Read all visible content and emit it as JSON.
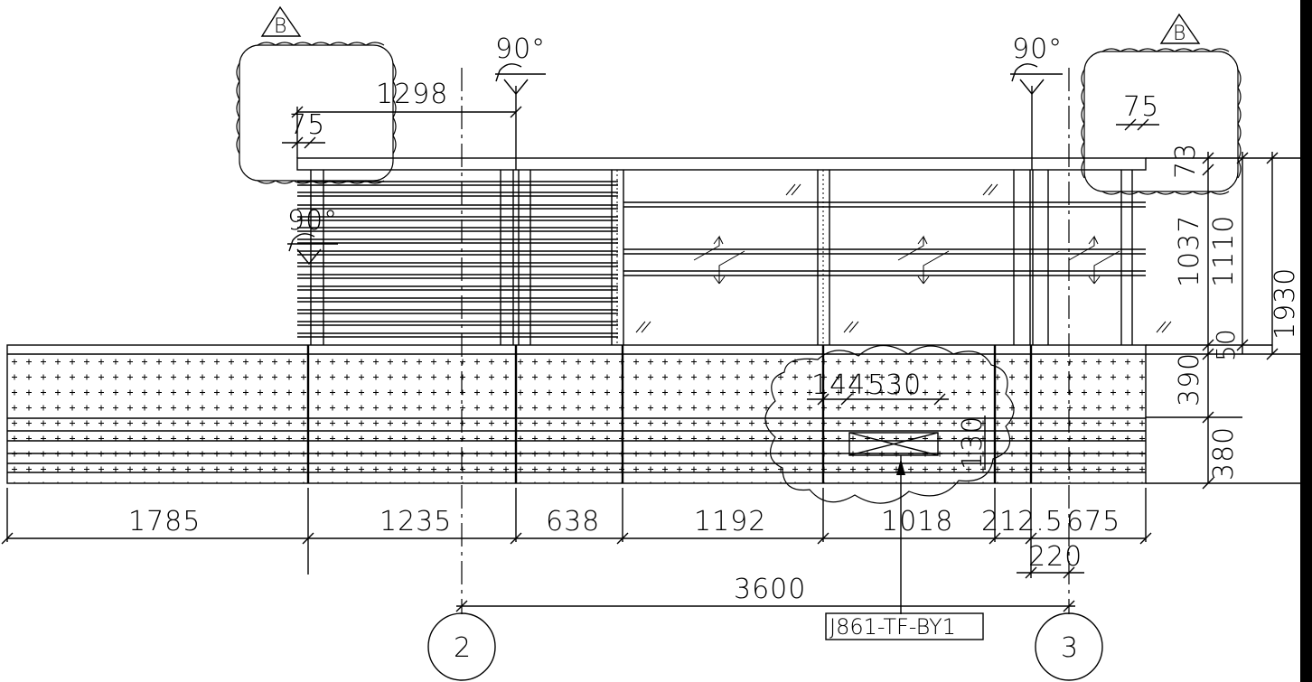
{
  "revision": {
    "markers": [
      "B",
      "B"
    ]
  },
  "angles": [
    "90°",
    "90°",
    "90°"
  ],
  "dimensions": {
    "top_1298": "1298",
    "top_75_left": "75",
    "top_75_right": "75",
    "right_73": "73",
    "right_1037": "1037",
    "right_1110": "1110",
    "right_1930": "1930",
    "right_50": "50",
    "right_390": "390",
    "right_380": "380",
    "inner_144": "144",
    "inner_530": "530",
    "inner_130": "130",
    "bottom": [
      "1785",
      "1235",
      "638",
      "1192",
      "1018",
      "212.5",
      "675"
    ],
    "bottom_220": "220",
    "bottom_3600": "3600"
  },
  "grid_axes": [
    "2",
    "3"
  ],
  "tag": "J861-TF-BY1"
}
